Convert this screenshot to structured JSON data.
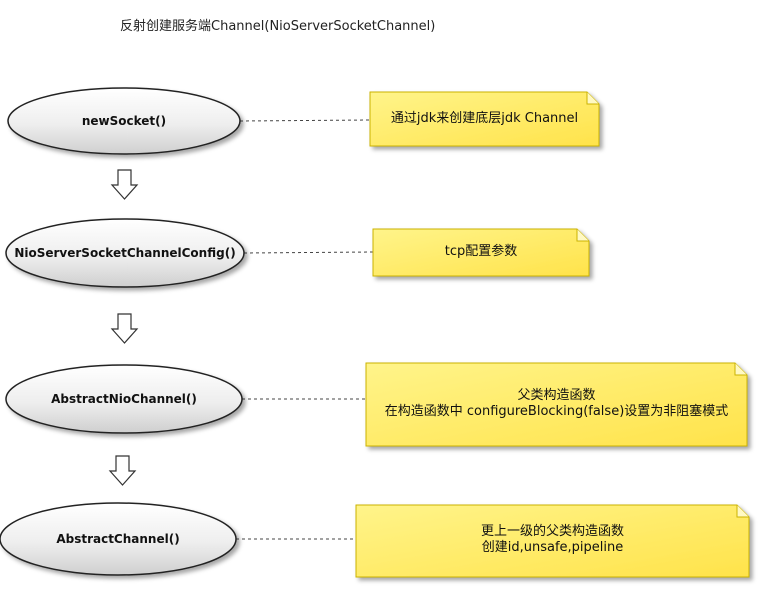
{
  "title": "反射创建服务端Channel(NioServerSocketChannel)",
  "colors": {
    "note_fill": "#ffee66",
    "note_border": "#cbb300",
    "node_border": "#222222"
  },
  "nodes": [
    {
      "label": "newSocket()"
    },
    {
      "label": "NioServerSocketChannelConfig()"
    },
    {
      "label": "AbstractNioChannel()"
    },
    {
      "label": "AbstractChannel()"
    }
  ],
  "notes": [
    {
      "lines": [
        "通过jdk来创建底层jdk  Channel"
      ]
    },
    {
      "lines": [
        "tcp配置参数"
      ]
    },
    {
      "lines": [
        "父类构造函数",
        "在构造函数中 configureBlocking(false)设置为非阻塞模式"
      ]
    },
    {
      "lines": [
        "更上一级的父类构造函数",
        "创建id,unsafe,pipeline"
      ]
    }
  ]
}
